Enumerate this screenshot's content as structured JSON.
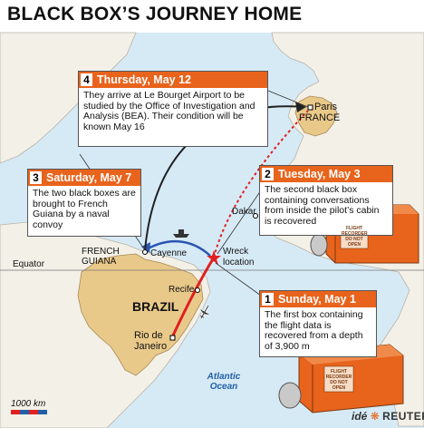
{
  "title": "BLACK BOX’S JOURNEY HOME",
  "steps": [
    {
      "num": "4",
      "date": "Thursday, May 12",
      "text": "They arrive at Le Bourget Airport to be studied by the Office of Investigation and Analysis (BEA). Their condition will be known May 16"
    },
    {
      "num": "3",
      "date": "Saturday, May 7",
      "text": "The two black boxes are brought to French Guiana by a naval convoy"
    },
    {
      "num": "2",
      "date": "Tuesday, May 3",
      "text": "The second black box containing conversations from inside the pilot’s cabin is recovered"
    },
    {
      "num": "1",
      "date": "Sunday, May 1",
      "text": "The first box containing the flight data is recovered from a depth of 3,900 m"
    }
  ],
  "places": {
    "paris": "Paris",
    "france": "FRANCE",
    "dakar": "Dakar",
    "cayenne": "Cayenne",
    "french_guiana": "FRENCH\nGUIANA",
    "wreck": "Wreck\nlocation",
    "equator": "Equator",
    "brazil": "BRAZIL",
    "recife": "Recife",
    "rio": "Rio de\nJaneiro",
    "ocean": "Atlantic\nOcean"
  },
  "recorder_label": "FLIGHT RECORDER DO NOT OPEN",
  "scale": "1000 km",
  "credit_ide": "idé",
  "credit_reuters": "REUTERS",
  "colors": {
    "ocean": "#d6eaf6",
    "land": "#f3f0e8",
    "brazil": "#e9c98a",
    "france": "#e9c98a",
    "accent": "#e8631c",
    "route_red": "#e02020",
    "route_black": "#222222",
    "route_blue": "#2a55b0"
  }
}
